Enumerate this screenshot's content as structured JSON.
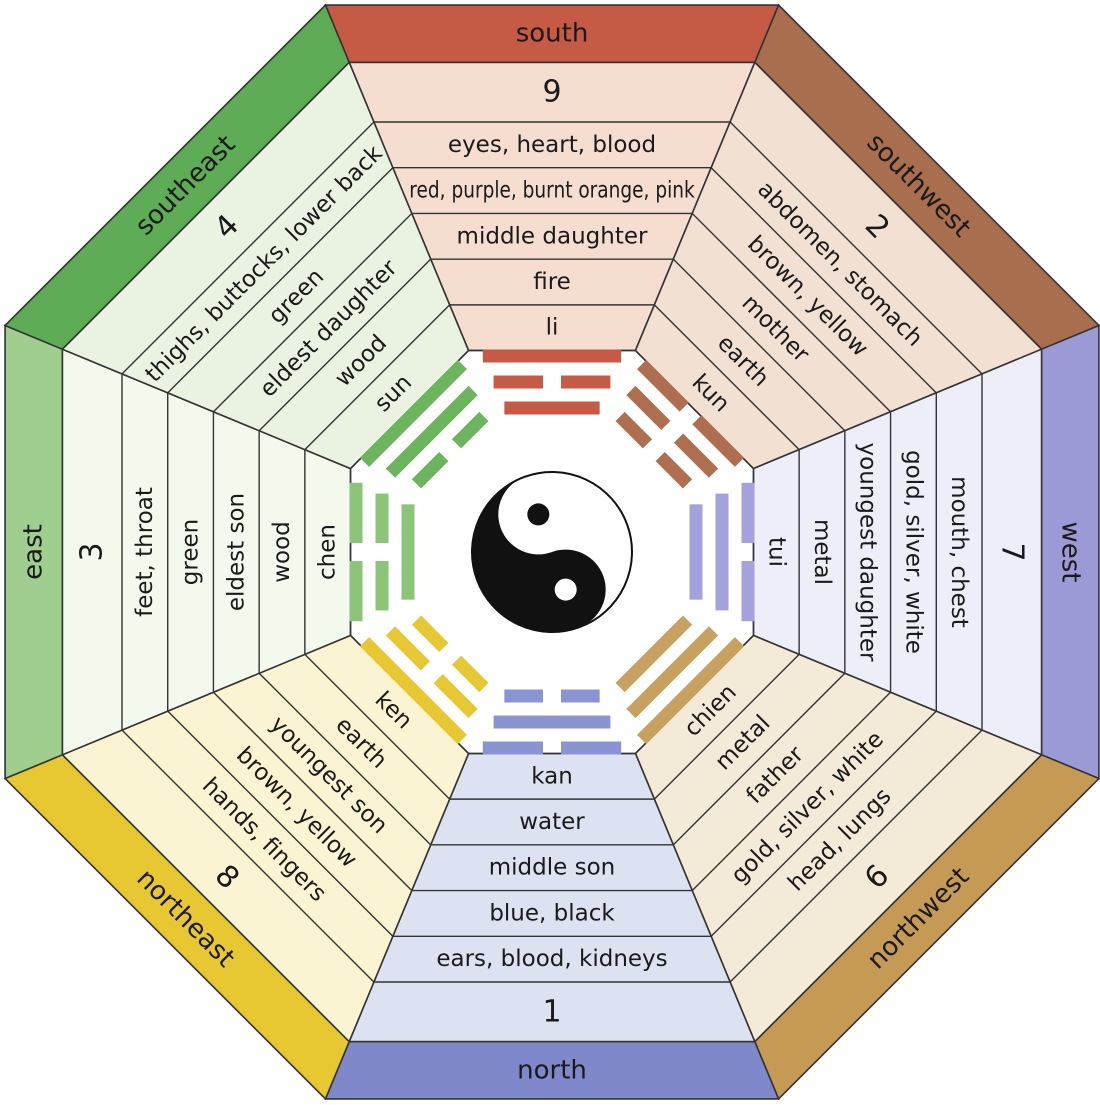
{
  "center_symbol": "yin-yang-icon",
  "sectors": [
    {
      "key": "south",
      "direction": "south",
      "number": "9",
      "rows": [
        "eyes, heart, blood",
        "red, purple, burnt orange, pink",
        "middle daughter",
        "fire",
        "li"
      ],
      "band_color": "#c55a45",
      "fill_color": "#f5ddd0",
      "trigram_color": "#c55a45",
      "trigram": [
        1,
        0,
        1
      ]
    },
    {
      "key": "southwest",
      "direction": "southwest",
      "number": "2",
      "rows": [
        "abdomen, stomach",
        "brown, yellow",
        "mother",
        "earth",
        "kun"
      ],
      "band_color": "#a86e4e",
      "fill_color": "#f2e0d2",
      "trigram_color": "#b06e50",
      "trigram": [
        0,
        0,
        0
      ]
    },
    {
      "key": "west",
      "direction": "west",
      "number": "7",
      "rows": [
        "mouth, chest",
        "gold, silver, white",
        "youngest daughter",
        "metal",
        "tui"
      ],
      "band_color": "#9c9ad6",
      "fill_color": "#eeeef8",
      "trigram_color": "#a4a2dc",
      "trigram": [
        0,
        1,
        1
      ]
    },
    {
      "key": "northwest",
      "direction": "northwest",
      "number": "6",
      "rows": [
        "head, lungs",
        "gold, silver, white",
        "father",
        "metal",
        "chien"
      ],
      "band_color": "#c49a55",
      "fill_color": "#f4ead8",
      "trigram_color": "#c8a060",
      "trigram": [
        1,
        1,
        1
      ]
    },
    {
      "key": "north",
      "direction": "north",
      "number": "1",
      "rows": [
        "ears, blood, kidneys",
        "blue, black",
        "middle son",
        "water",
        "kan"
      ],
      "band_color": "#8088cc",
      "fill_color": "#dde2f2",
      "trigram_color": "#8a94d2",
      "trigram": [
        0,
        1,
        0
      ]
    },
    {
      "key": "northeast",
      "direction": "northeast",
      "number": "8",
      "rows": [
        "hands, fingers",
        "brown, yellow",
        "youngest son",
        "earth",
        "ken"
      ],
      "band_color": "#e8c832",
      "fill_color": "#faf4d2",
      "trigram_color": "#e8c832",
      "trigram": [
        1,
        0,
        0
      ]
    },
    {
      "key": "east",
      "direction": "east",
      "number": "3",
      "rows": [
        "feet, throat",
        "green",
        "eldest son",
        "wood",
        "chen"
      ],
      "band_color": "#9fce8e",
      "fill_color": "#f4f9ee",
      "trigram_color": "#8cc47a",
      "trigram": [
        0,
        0,
        1
      ]
    },
    {
      "key": "southeast",
      "direction": "southeast",
      "number": "4",
      "rows": [
        "thighs, buttocks, lower back",
        "green",
        "eldest daughter",
        "wood",
        "sun"
      ],
      "band_color": "#5fac56",
      "fill_color": "#eaf3e2",
      "trigram_color": "#6cb45e",
      "trigram": [
        1,
        1,
        0
      ]
    }
  ]
}
